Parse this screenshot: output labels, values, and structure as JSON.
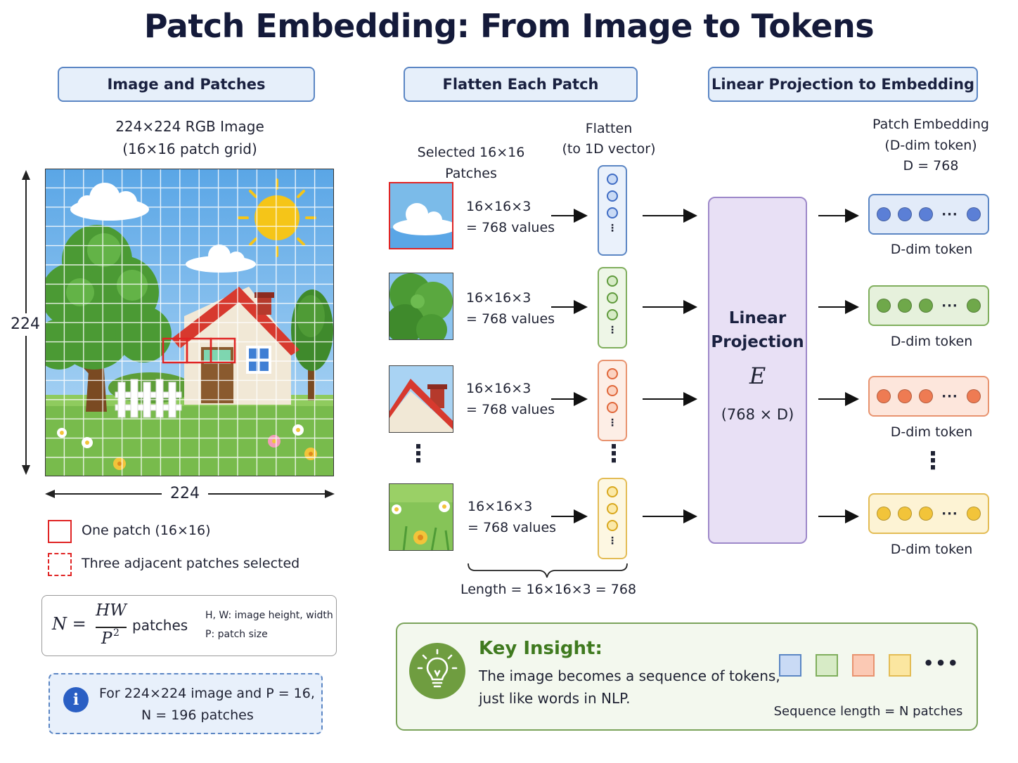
{
  "title": "Patch Embedding: From Image to Tokens",
  "headers": {
    "image": "Image and Patches",
    "flatten": "Flatten Each Patch",
    "projection": "Linear Projection to Embedding"
  },
  "image_panel": {
    "caption_line1": "224×224 RGB Image",
    "caption_line2": "(16×16 patch grid)",
    "height_label": "224",
    "width_label": "224",
    "legend_one_patch": "One patch (16×16)",
    "legend_three_patches": "Three adjacent patches selected",
    "formula_N": "N =",
    "formula_num": "HW",
    "formula_den": "P",
    "formula_exp": "2",
    "formula_unit": "patches",
    "formula_note1": "H, W: image height, width",
    "formula_note2": "P: patch size",
    "info_line1": "For 224×224 image and P = 16,",
    "info_line2": "N = 196 patches",
    "info_icon_glyph": "i"
  },
  "flatten_panel": {
    "selected_label": "Selected 16×16 Patches",
    "flatten_line1": "Flatten",
    "flatten_line2": "(to 1D vector)",
    "values_line1": "16×16×3",
    "values_line2": "= 768 values",
    "length_label": "Length = 16×16×3 = 768"
  },
  "projection_panel": {
    "box_line1": "Linear",
    "box_line2": "Projection",
    "box_symbol": "E",
    "box_dims": "(768 × D)",
    "embed_line1": "Patch Embedding",
    "embed_line2": "(D-dim token)",
    "embed_line3": "D = 768",
    "token_label": "D-dim token",
    "ellipsis": "···"
  },
  "insight": {
    "heading": "Key Insight:",
    "line1": "The image becomes a sequence of tokens,",
    "line2": "just like words in NLP.",
    "seq_label": "Sequence length = N patches",
    "more": "•••"
  },
  "colors": {
    "blue_fill": "#5b7fd6",
    "blue_bg": "#e2ebf9",
    "blue_border": "#5b86c4",
    "green_fill": "#6fa84a",
    "green_bg": "#e6f1dc",
    "green_border": "#7fae5c",
    "orange_fill": "#ee7b53",
    "orange_bg": "#fde6dc",
    "orange_border": "#e8936f",
    "yellow_fill": "#f2c43a",
    "yellow_bg": "#fdf3d4",
    "yellow_border": "#e3bc55",
    "projection_bg": "#e8e0f5",
    "projection_border": "#9d88c9",
    "insight_border": "#7aa35a",
    "insight_heading": "#3f7a1f",
    "selection_red": "#e02424"
  }
}
